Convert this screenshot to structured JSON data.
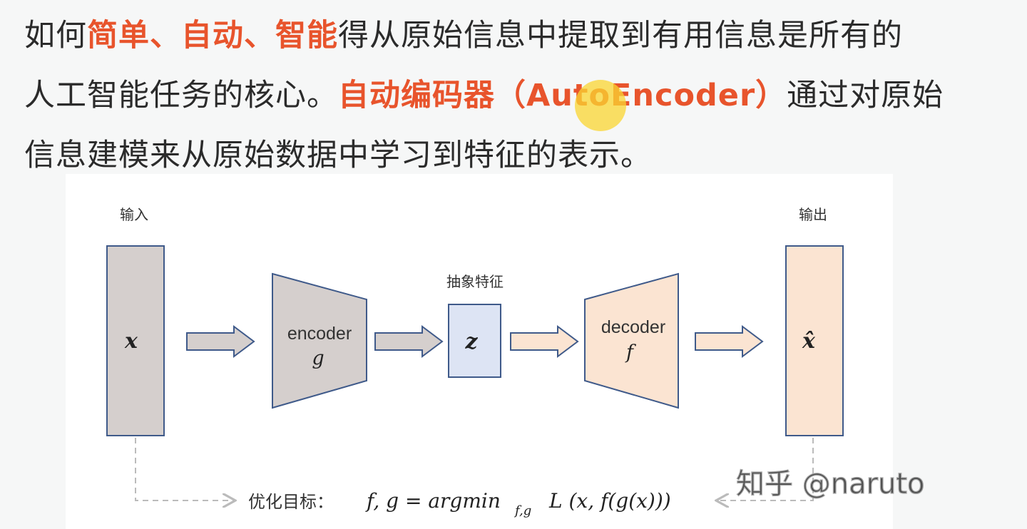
{
  "paragraph": {
    "s1": "如何",
    "h1": "简单、自动、智能",
    "s2": "得从原始信息中提取到有用信息是所有的",
    "s3": "人工智能任务的核心。",
    "h2": "自动编码器（AutoEncoder）",
    "s4": "通过对原始",
    "s5": "信息建模来从原始数据中学习到特征的表示。"
  },
  "colors": {
    "highlight": "#e8542c",
    "encoder_fill": "#d5cfcd",
    "latent_fill": "#dde4f4",
    "decoder_fill": "#fbe4d2",
    "outline": "#3f5a8a"
  },
  "diagram": {
    "input_title": "输入",
    "output_title": "输出",
    "latent_title": "抽象特征",
    "input_symbol": "x",
    "output_symbol": "x̂",
    "encoder_label": "encoder",
    "encoder_fn": "g",
    "latent_symbol": "z",
    "decoder_label": "decoder",
    "decoder_fn": "f",
    "objective_label": "优化目标：",
    "objective_formula": "f, g = argmin",
    "objective_sub": "f,g",
    "objective_loss": "L (x, f(g(x)))"
  },
  "watermark": "知乎 @naruto"
}
